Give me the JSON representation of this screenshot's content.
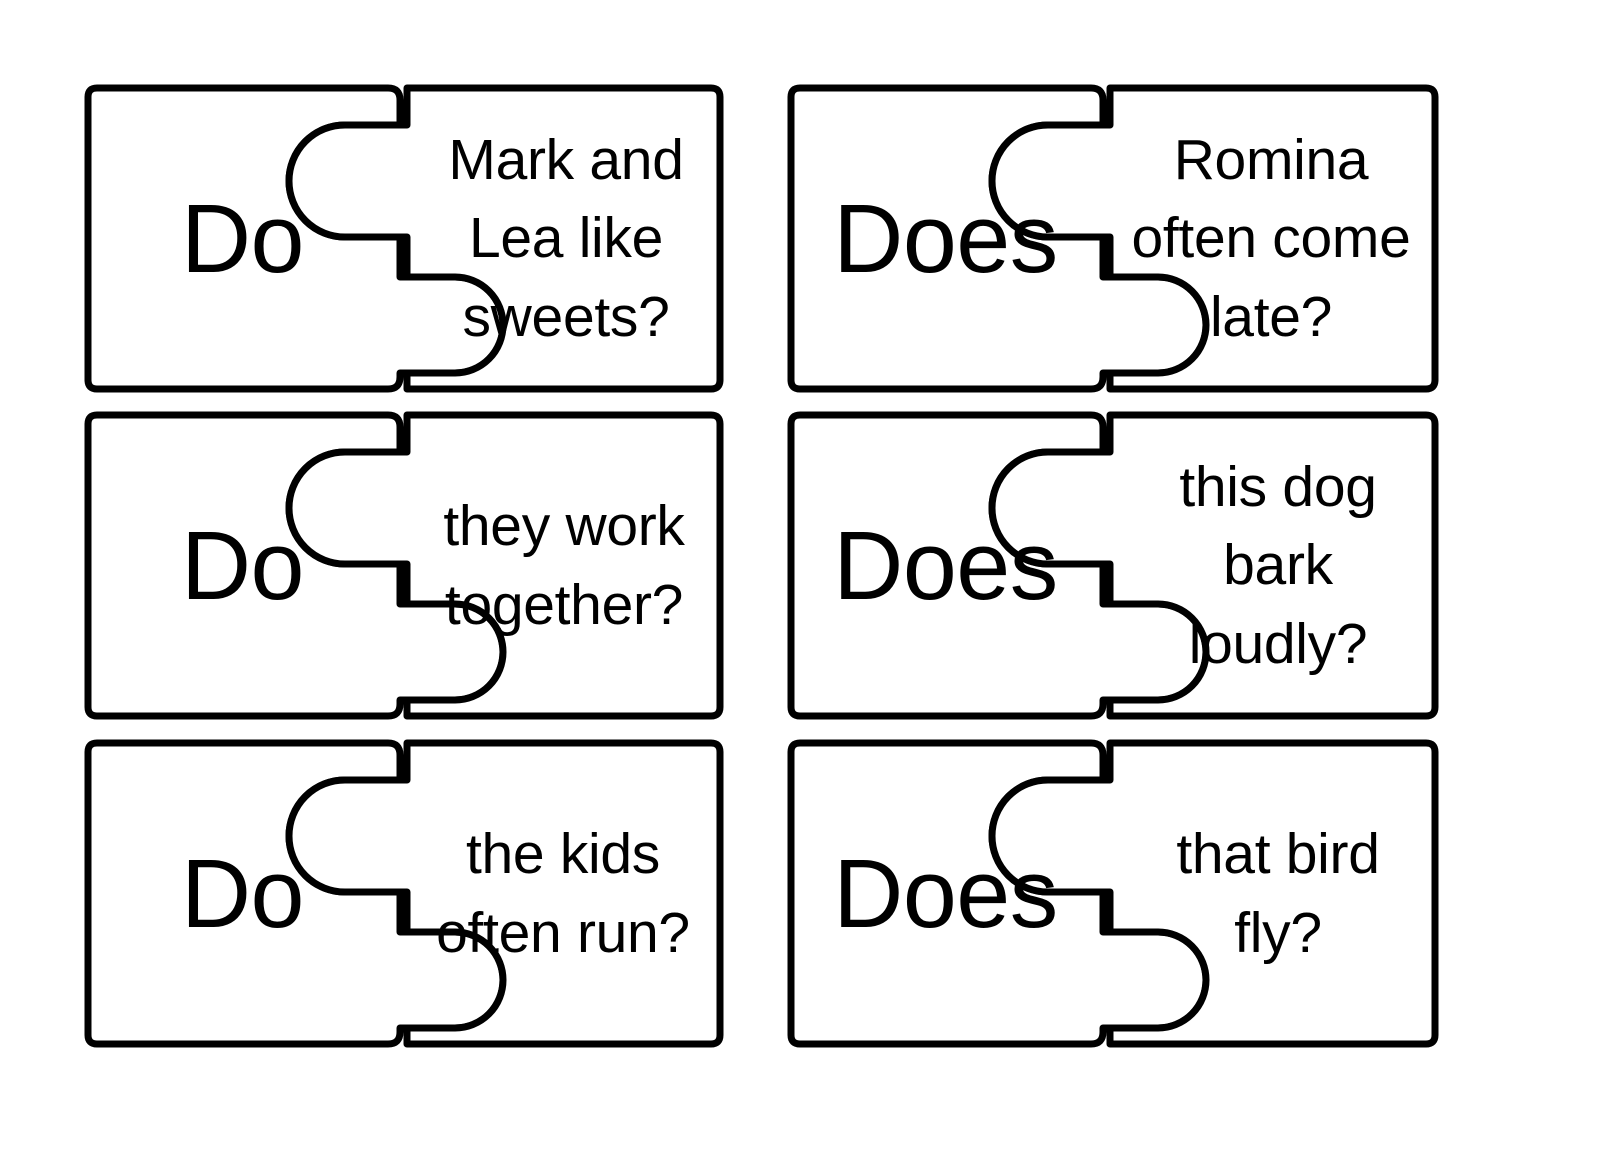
{
  "page": {
    "title": "Do / Does Question Puzzle Cards",
    "background_color": "#ffffff",
    "stroke_color": "#000000",
    "text_color": "#000000",
    "card_fill": "#ffffff"
  },
  "columns": [
    {
      "name": "do-column",
      "auxiliary": "Do"
    },
    {
      "name": "does-column",
      "auxiliary": "Does"
    }
  ],
  "cards": [
    {
      "id": "do-mark-and-lea",
      "auxiliary": "Do",
      "clause": "Mark and\nLea like\nsweets?",
      "row": 1,
      "column": 1
    },
    {
      "id": "does-romina",
      "auxiliary": "Does",
      "clause": "Romina\noften come\nlate?",
      "row": 1,
      "column": 2
    },
    {
      "id": "do-they-work",
      "auxiliary": "Do",
      "clause": "they work\ntogether?",
      "row": 2,
      "column": 1
    },
    {
      "id": "does-this-dog",
      "auxiliary": "Does",
      "clause": "this dog\nbark\nloudly?",
      "row": 2,
      "column": 2
    },
    {
      "id": "do-the-kids",
      "auxiliary": "Do",
      "clause": "the kids\noften run?",
      "row": 3,
      "column": 1
    },
    {
      "id": "does-that-bird",
      "auxiliary": "Does",
      "clause": "that bird\nfly?",
      "row": 3,
      "column": 2
    }
  ]
}
